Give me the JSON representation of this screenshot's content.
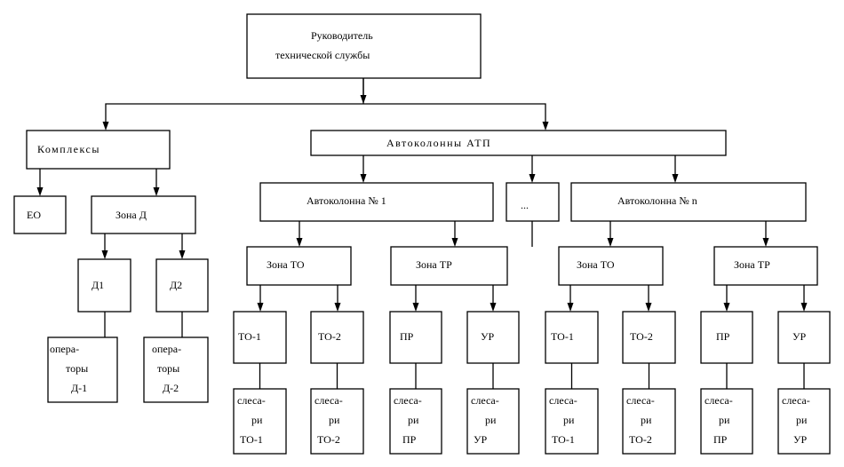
{
  "diagram": {
    "title": "Структура технической службы АТП",
    "colors": {
      "stroke": "#000000",
      "background": "#ffffff"
    },
    "nodes": {
      "head": {
        "lines": [
          "Руководитель",
          "технической   службы"
        ]
      },
      "complexes": {
        "lines": [
          "Комплексы"
        ]
      },
      "eo": {
        "lines": [
          "ЕО"
        ]
      },
      "zone_d": {
        "lines": [
          "Зона  Д"
        ]
      },
      "d1": {
        "lines": [
          "Д1"
        ]
      },
      "d2": {
        "lines": [
          "Д2"
        ]
      },
      "operators_d1": {
        "lines": [
          "опера-",
          "торы",
          "Д-1"
        ]
      },
      "operators_d2": {
        "lines": [
          "опера-",
          "торы",
          "Д-2"
        ]
      },
      "columns": {
        "lines": [
          "Автоколонны       АТП"
        ]
      },
      "column_1": {
        "lines": [
          "Автоколонна  № 1"
        ]
      },
      "column_dots": {
        "lines": [
          "..."
        ]
      },
      "column_n": {
        "lines": [
          "Автоколонна  № n"
        ]
      },
      "c1_zone_to": {
        "lines": [
          "Зона  ТО"
        ]
      },
      "c1_zone_tr": {
        "lines": [
          "Зона  ТР"
        ]
      },
      "c1_to1": {
        "lines": [
          "ТО-1"
        ]
      },
      "c1_to2": {
        "lines": [
          "ТО-2"
        ]
      },
      "c1_pr": {
        "lines": [
          "ПР"
        ]
      },
      "c1_ur": {
        "lines": [
          "УР"
        ]
      },
      "c1_mech_to1": {
        "lines": [
          "слеса-",
          "ри",
          "ТО-1"
        ]
      },
      "c1_mech_to2": {
        "lines": [
          "слеса-",
          "ри",
          "ТО-2"
        ]
      },
      "c1_mech_pr": {
        "lines": [
          "слеса-",
          "ри",
          "ПР"
        ]
      },
      "c1_mech_ur": {
        "lines": [
          "слеса-",
          "ри",
          "УР"
        ]
      },
      "cn_zone_to": {
        "lines": [
          "Зона  ТО"
        ]
      },
      "cn_zone_tr": {
        "lines": [
          "Зона  ТР"
        ]
      },
      "cn_to1": {
        "lines": [
          "ТО-1"
        ]
      },
      "cn_to2": {
        "lines": [
          "ТО-2"
        ]
      },
      "cn_pr": {
        "lines": [
          "ПР"
        ]
      },
      "cn_ur": {
        "lines": [
          "УР"
        ]
      },
      "cn_mech_to1": {
        "lines": [
          "слеса-",
          "ри",
          "ТО-1"
        ]
      },
      "cn_mech_to2": {
        "lines": [
          "слеса-",
          "ри",
          "ТО-2"
        ]
      },
      "cn_mech_pr": {
        "lines": [
          "слеса-",
          "ри",
          "ПР"
        ]
      },
      "cn_mech_ur": {
        "lines": [
          "слеса-",
          "ри",
          "УР"
        ]
      }
    },
    "edges": [
      {
        "from": "head",
        "to": "complexes",
        "arrow": true
      },
      {
        "from": "head",
        "to": "columns",
        "arrow": true
      },
      {
        "from": "complexes",
        "to": "eo",
        "arrow": true
      },
      {
        "from": "complexes",
        "to": "zone_d",
        "arrow": true
      },
      {
        "from": "zone_d",
        "to": "d1",
        "arrow": true
      },
      {
        "from": "zone_d",
        "to": "d2",
        "arrow": true
      },
      {
        "from": "d1",
        "to": "operators_d1",
        "arrow": false
      },
      {
        "from": "d2",
        "to": "operators_d2",
        "arrow": false
      },
      {
        "from": "columns",
        "to": "column_1",
        "arrow": true
      },
      {
        "from": "columns",
        "to": "column_dots",
        "arrow": true
      },
      {
        "from": "columns",
        "to": "column_n",
        "arrow": true
      },
      {
        "from": "column_1",
        "to": "c1_zone_to",
        "arrow": true
      },
      {
        "from": "column_1",
        "to": "c1_zone_tr",
        "arrow": true
      },
      {
        "from": "c1_zone_to",
        "to": "c1_to1",
        "arrow": true
      },
      {
        "from": "c1_zone_to",
        "to": "c1_to2",
        "arrow": true
      },
      {
        "from": "c1_zone_tr",
        "to": "c1_pr",
        "arrow": true
      },
      {
        "from": "c1_zone_tr",
        "to": "c1_ur",
        "arrow": true
      },
      {
        "from": "c1_to1",
        "to": "c1_mech_to1",
        "arrow": false
      },
      {
        "from": "c1_to2",
        "to": "c1_mech_to2",
        "arrow": false
      },
      {
        "from": "c1_pr",
        "to": "c1_mech_pr",
        "arrow": false
      },
      {
        "from": "c1_ur",
        "to": "c1_mech_ur",
        "arrow": false
      },
      {
        "from": "column_n",
        "to": "cn_zone_to",
        "arrow": true
      },
      {
        "from": "column_n",
        "to": "cn_zone_tr",
        "arrow": true
      },
      {
        "from": "cn_zone_to",
        "to": "cn_to1",
        "arrow": true
      },
      {
        "from": "cn_zone_to",
        "to": "cn_to2",
        "arrow": true
      },
      {
        "from": "cn_zone_tr",
        "to": "cn_pr",
        "arrow": true
      },
      {
        "from": "cn_zone_tr",
        "to": "cn_ur",
        "arrow": true
      },
      {
        "from": "cn_to1",
        "to": "cn_mech_to1",
        "arrow": false
      },
      {
        "from": "cn_to2",
        "to": "cn_mech_to2",
        "arrow": false
      },
      {
        "from": "cn_pr",
        "to": "cn_mech_pr",
        "arrow": false
      },
      {
        "from": "cn_ur",
        "to": "cn_mech_ur",
        "arrow": false
      }
    ]
  }
}
